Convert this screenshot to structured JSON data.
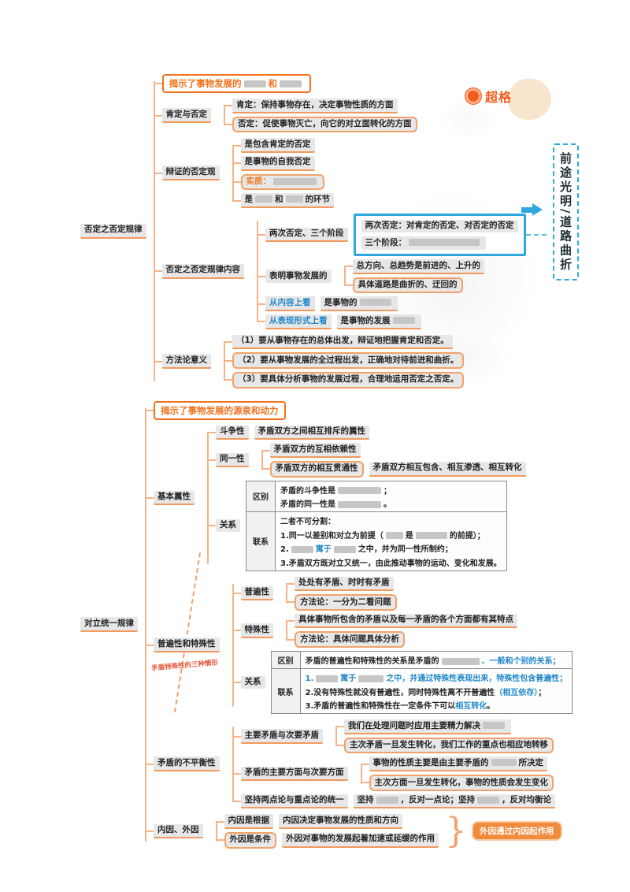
{
  "logo": {
    "brand": "超格"
  },
  "side_note": "前途光明/道路曲折",
  "s1": {
    "root": "否定之否定规律",
    "header": {
      "a": "揭示了事物发展的",
      "b": "和"
    },
    "kd": {
      "label": "肯定与否定",
      "pos": "肯定：保持事物存在，决定事物性质的方面",
      "neg": "否定：促使事物灭亡，向它的对立面转化的方面"
    },
    "bz": {
      "label": "辩证的否定观",
      "r1": "是包含肯定的否定",
      "r2": "是事物的自我否定",
      "r3": "实质：",
      "r4a": "是",
      "r4b": "和",
      "r4c": "的环节"
    },
    "nr": {
      "label": "否定之否定规律内容",
      "liangci": {
        "label": "两次否定、三个阶段",
        "l1": "两次否定：对肯定的否定、对否定的否定",
        "l2": "三个阶段："
      },
      "biaoming": {
        "label": "表明事物发展的",
        "l1": "总方向、总趋势是前进的、上升的",
        "l2": "具体道路是曲折的、迂回的"
      },
      "congnr": {
        "label": "从内容上看",
        "text": "是事物的"
      },
      "congbx": {
        "label": "从表现形式上看",
        "text": "是事物的发展"
      }
    },
    "ff": {
      "label": "方法论意义",
      "l1": "（1）要从事物存在的总体出发，辩证地把握肯定和否定。",
      "l2": "（2）要从事物发展的全过程出发，正确地对待前进和曲折。",
      "l3": "（3）要具体分析事物的发展过程，合理地运用否定之否定。"
    }
  },
  "s2": {
    "root": "对立统一规律",
    "header": "揭示了事物发展的源泉和动力",
    "jb": {
      "label": "基本属性",
      "dz": {
        "label": "斗争性",
        "text": "矛盾双方之间相互排斥的属性"
      },
      "ty": {
        "label": "同一性",
        "l1": "矛盾双方的互相依赖性",
        "l2": "矛盾双方的相互贯通性",
        "note": "矛盾双方相互包含、相互渗透、相互转化"
      },
      "gx": {
        "label": "关系",
        "qubie": "区别",
        "qb1": "矛盾的斗争性是",
        "qb1end": "；",
        "qb2": "矛盾的同一性是",
        "qb2end": "。",
        "lianxi": "联系",
        "lx0": "二者不可分割：",
        "lx1a": "1.同一以差别和对立为前提（",
        "lx1b": "是",
        "lx1c": "的前提）；",
        "lx2a": "2.",
        "lx2b": "寓于",
        "lx2c": "之中，并为同一性所制约；",
        "lx3": "3.矛盾双方既对立又统一，由此推动事物的运动、变化和发展。"
      }
    },
    "pt": {
      "label": "普遍性和特殊性",
      "pu": {
        "label": "普遍性",
        "l1": "处处有矛盾、时时有矛盾",
        "l2": "方法论：一分为二看问题"
      },
      "te": {
        "label": "特殊性",
        "l1": "具体事物所包含的矛盾以及每一矛盾的各个方面都有其特点",
        "l2": "方法论：具体问题具体分析"
      },
      "note": "矛盾特殊性的三种情形",
      "gx": {
        "label": "关系",
        "qubie": "区别",
        "qb_a": "矛盾的普遍性和特殊性的关系是矛盾的",
        "qb_b": "、一般和个别的关系；",
        "lianxi": "联系",
        "lx1a": "1.",
        "lx1b": "寓于",
        "lx1c": "之中，并通过特殊性表现出来，特殊性包含普遍性；",
        "lx2a": "2.没有特殊性就没有普遍性，同时特殊性离不开普遍性",
        "lx2b": "（相互依存）",
        "lx2c": "；",
        "lx3a": "3.矛盾的普遍性和特殊性在一定条件下可以",
        "lx3b": "相互转化",
        "lx3c": "。"
      }
    },
    "bp": {
      "label": "矛盾的不平衡性",
      "zc": {
        "label": "主要矛盾与次要矛盾",
        "l1": "我们在处理问题时应用主要精力解决",
        "l2": "主次矛盾一旦发生转化，我们工作的重点也相应地转移"
      },
      "zy": {
        "label": "矛盾的主要方面与次要方面",
        "l1a": "事物的性质主要是由主要矛盾的",
        "l1b": "所决定",
        "l2": "主次方面一旦发生转化，事物的性质会发生变化"
      },
      "ld": {
        "label": "坚持两点论与重点论的统一",
        "l1a": "坚持",
        "l1b": "，反对一点论；坚持",
        "l1c": "，反对均衡论"
      }
    },
    "nw": {
      "label": "内因、外因",
      "nei": {
        "label": "内因是根据",
        "text": "内因决定事物发展的性质和方向"
      },
      "wai": {
        "label": "外因是条件",
        "text": "外因对事物的发展起着加速或延缓的作用"
      },
      "pill": "外因通过内因起作用"
    }
  }
}
